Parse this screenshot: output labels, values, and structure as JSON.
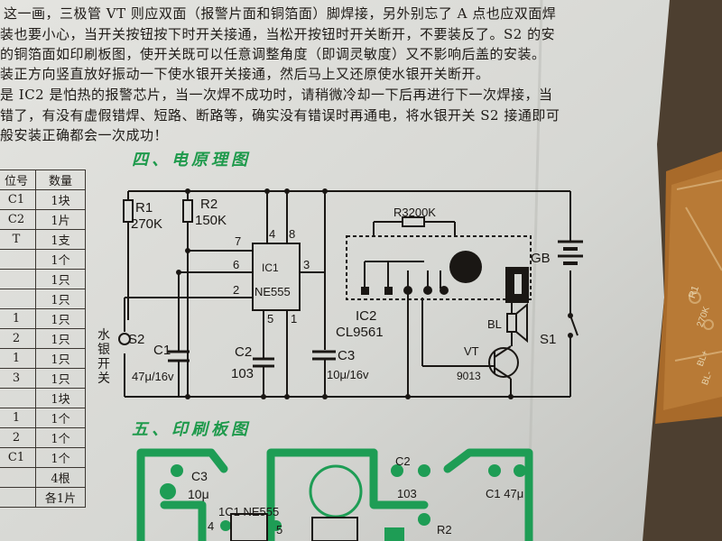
{
  "text_lines": [
    "这一画，三极管 VT 则应双面（报警片面和铜箔面）脚焊接，另外别忘了 A 点也应双面焊",
    "装也要小心，当开关按钮按下时开关接通，当松开按钮时开关断开，不要装反了。S2 的安",
    "的铜箔面如印刷板图，使开关既可以任意调整角度（即调灵敏度）又不影响后盖的安装。",
    "装正方向竖直放好振动一下使水银开关接通，然后马上又还原使水银开关断开。",
    "是 IC2 是怕热的报警芯片，当一次焊不成功时，请稍微冷却一下后再进行下一次焊接，当",
    "错了，有没有虚假错焊、短路、断路等，确实没有错误时再通电，将水银开关 S2 接通即可",
    "般安装正确都会一次成功！"
  ],
  "section4_title": "四、电原理图",
  "section5_title": "五、印刷板图",
  "parts_table": {
    "headers": [
      "位号",
      "数量"
    ],
    "rows": [
      [
        "C1",
        "1块"
      ],
      [
        "C2",
        "1片"
      ],
      [
        "T",
        "1支"
      ],
      [
        "",
        "1个"
      ],
      [
        "",
        "1只"
      ],
      [
        "",
        "1只"
      ],
      [
        "1",
        "1只"
      ],
      [
        "2",
        "1只"
      ],
      [
        "1",
        "1只"
      ],
      [
        "3",
        "1只"
      ],
      [
        "",
        "1块"
      ],
      [
        "1",
        "1个"
      ],
      [
        "2",
        "1个"
      ],
      [
        "C1",
        "1个"
      ],
      [
        "",
        "4根"
      ],
      [
        "",
        "各1片"
      ]
    ]
  },
  "schematic": {
    "r1_name": "R1",
    "r1_value": "270K",
    "r2_name": "R2",
    "r2_value": "150K",
    "r3_label": "R3200K",
    "ic1": "IC1",
    "ic1_type": "NE555",
    "pin4": "4",
    "pin8": "8",
    "pin7": "7",
    "pin6": "6",
    "pin3": "3",
    "pin2": "2",
    "pin5": "5",
    "pin1": "1",
    "s2": "S2",
    "switch_label": "水银开关",
    "c1": "C1",
    "c1_value": "47μ/16v",
    "c2": "C2",
    "c2_value": "103",
    "c3": "C3",
    "c3_value": "10μ/16v",
    "ic2": "IC2",
    "ic2_type": "CL9561",
    "gb": "GB",
    "bl": "BL",
    "s1": "S1",
    "vt": "VT",
    "vt_type": "9013"
  },
  "pcb": {
    "c3": "C3",
    "c3_value": "10μ",
    "ic1": "1C1 NE555",
    "pin4": "4",
    "pin5": "5",
    "c2": "C2",
    "c2_value": "103",
    "c1": "C1 47μ",
    "r2": "R2"
  },
  "side_board": {
    "r1": "R1",
    "r1_value": "270K",
    "bl_plus": "BL+",
    "bl_minus": "BL-"
  },
  "colors": {
    "paper": "#d9dad6",
    "ink": "#1a1714",
    "pcb_green": "#1e9d55",
    "board_brown": "#a86a2a"
  }
}
